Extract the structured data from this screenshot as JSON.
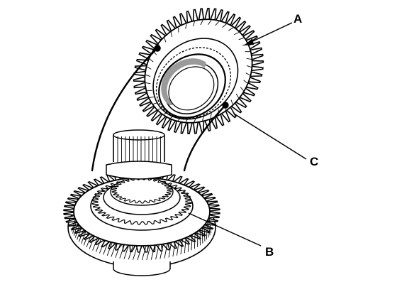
{
  "diagram": {
    "labels": {
      "a": "A",
      "b": "B",
      "c": "C"
    },
    "colors": {
      "ink": "#000000",
      "paper": "#ffffff",
      "shade": "#9a9a9a"
    }
  }
}
